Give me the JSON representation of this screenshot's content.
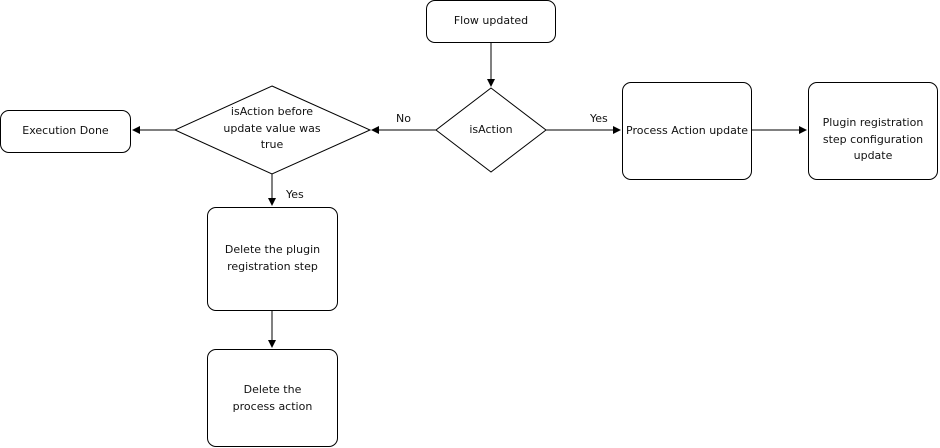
{
  "nodes": {
    "flow_updated": "Flow updated",
    "is_action": "isAction",
    "is_action_before": "isAction before update value was true",
    "execution_done": "Execution Done",
    "process_action_update": "Process Action update",
    "plugin_registration_update": "Plugin registration step configuration update",
    "delete_plugin_step": "Delete the plugin registration step",
    "delete_process_action": "Delete the process action"
  },
  "edges": {
    "yes_right": "Yes",
    "no_left": "No",
    "yes_down": "Yes"
  }
}
